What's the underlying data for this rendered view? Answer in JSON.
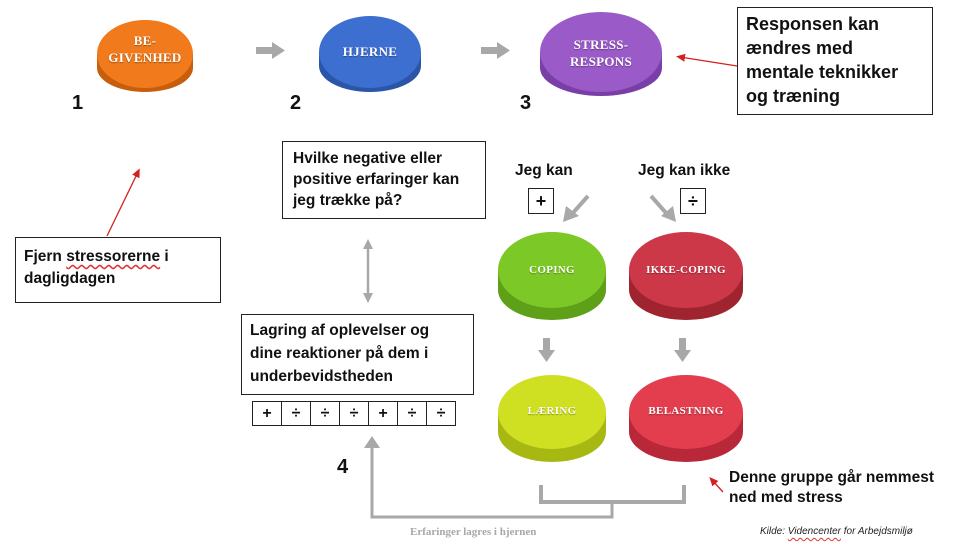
{
  "pucks": {
    "begivenhed": {
      "label": "BE-\nGIVENHED",
      "color": "#f07a1c"
    },
    "hjerne": {
      "label": "HJERNE",
      "color": "#3d6fd0"
    },
    "stressrespons": {
      "label": "STRESS-\nRESPONS",
      "color": "#9a5ac8"
    },
    "coping": {
      "label": "COPING",
      "color": "#7cc826"
    },
    "ikke_coping": {
      "label": "IKKE-COPING",
      "color": "#cc3848"
    },
    "laering": {
      "label": "LÆRING",
      "color": "#cfe023"
    },
    "belastning": {
      "label": "BELASTNING",
      "color": "#e23e4e"
    }
  },
  "numbers": {
    "n1": "1",
    "n2": "2",
    "n3": "3",
    "n4": "4"
  },
  "boxes": {
    "respons_text": "Responsen kan ændres med mentale teknikker og træning",
    "erfaringer_text": "Hvilke negative eller positive erfaringer kan jeg trække på?",
    "fjern_prefix": "Fjern ",
    "fjern_word": "stressorerne",
    "fjern_suffix": " i dagligdagen",
    "lagring_text": "Lagring af oplevelser og dine reaktioner på dem i underbevidstheden"
  },
  "labels": {
    "jeg_kan": "Jeg kan",
    "jeg_kan_ikke": "Jeg kan ikke",
    "plus": "+",
    "divide": "÷",
    "gruppe": "Denne gruppe går nemmest ned med stress",
    "erfaringer_lagres": "Erfaringer lagres i hjernen",
    "kilde_prefix": "Kilde: ",
    "kilde_source": "Videncenter",
    "kilde_suffix": " for Arbejdsmiljø"
  },
  "sequence": [
    "+",
    "÷",
    "÷",
    "÷",
    "+",
    "÷",
    "÷"
  ],
  "colors": {
    "arrow_gray": "#a8a8a8",
    "red_arrow": "#d42020"
  }
}
